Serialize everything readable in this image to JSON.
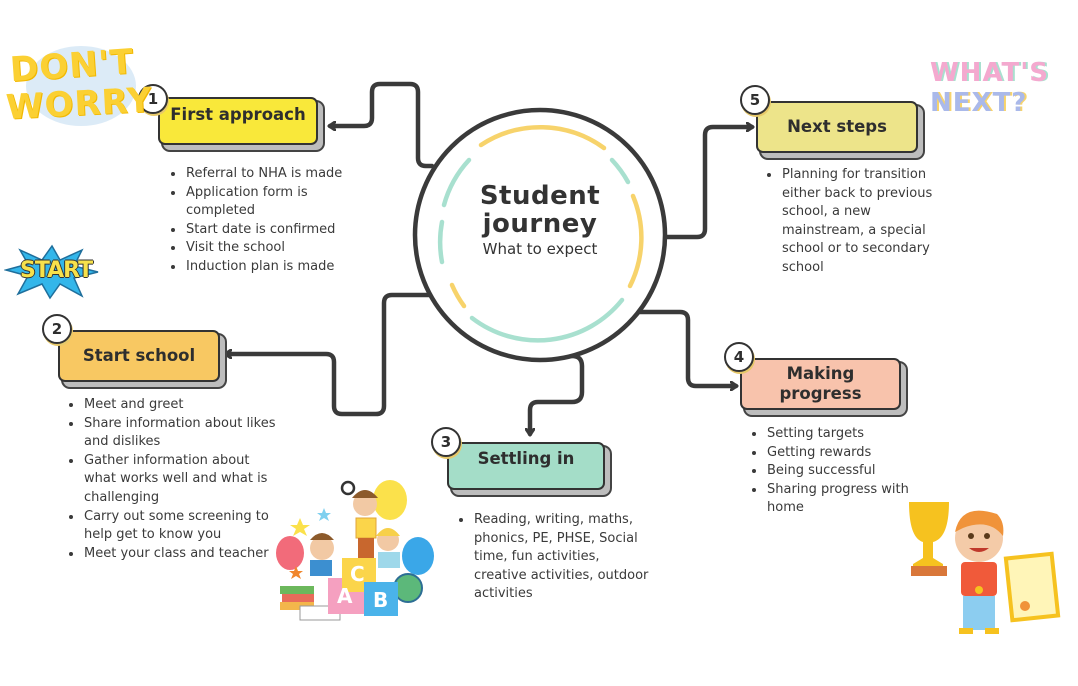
{
  "center": {
    "title_line1": "Student",
    "title_line2": "journey",
    "subtitle": "What to expect"
  },
  "colors": {
    "line": "#3a3a3a",
    "ring_yellow": "#f7d36b",
    "ring_teal": "#a8e0cf",
    "step1": "#f9e83a",
    "step2": "#f8c862",
    "step3": "#a4ddc8",
    "step4": "#f8c3ac",
    "step5": "#ede48a"
  },
  "steps": [
    {
      "number": "1",
      "title": "First approach",
      "items": [
        "Referral to NHA is made",
        "Application form is completed",
        "Start date is confirmed",
        "Visit the school",
        "Induction plan is made"
      ]
    },
    {
      "number": "2",
      "title": "Start school",
      "items": [
        "Meet and greet",
        "Share information about likes and dislikes",
        "Gather information about what works well and what is challenging",
        "Carry out some screening to help get to know you",
        "Meet your class and teacher"
      ]
    },
    {
      "number": "3",
      "title": "Settling in",
      "items": [
        "Reading, writing, maths, phonics, PE, PHSE, Social time, fun activities, creative activities, outdoor activities"
      ]
    },
    {
      "number": "4",
      "title": "Making progress",
      "items": [
        "Setting targets",
        "Getting rewards",
        "Being successful",
        "Sharing progress with home"
      ]
    },
    {
      "number": "5",
      "title": "Next steps",
      "items": [
        "Planning for transition either back to previous school, a new mainstream, a special school or to secondary school"
      ]
    }
  ],
  "stickers": {
    "dont_worry_line1": "DON'T",
    "dont_worry_line2": "WORRY",
    "start": "START",
    "whats_next_line1": "WHAT'S",
    "whats_next_line2": "NEXT?",
    "blocks": [
      "C",
      "A",
      "B"
    ]
  }
}
